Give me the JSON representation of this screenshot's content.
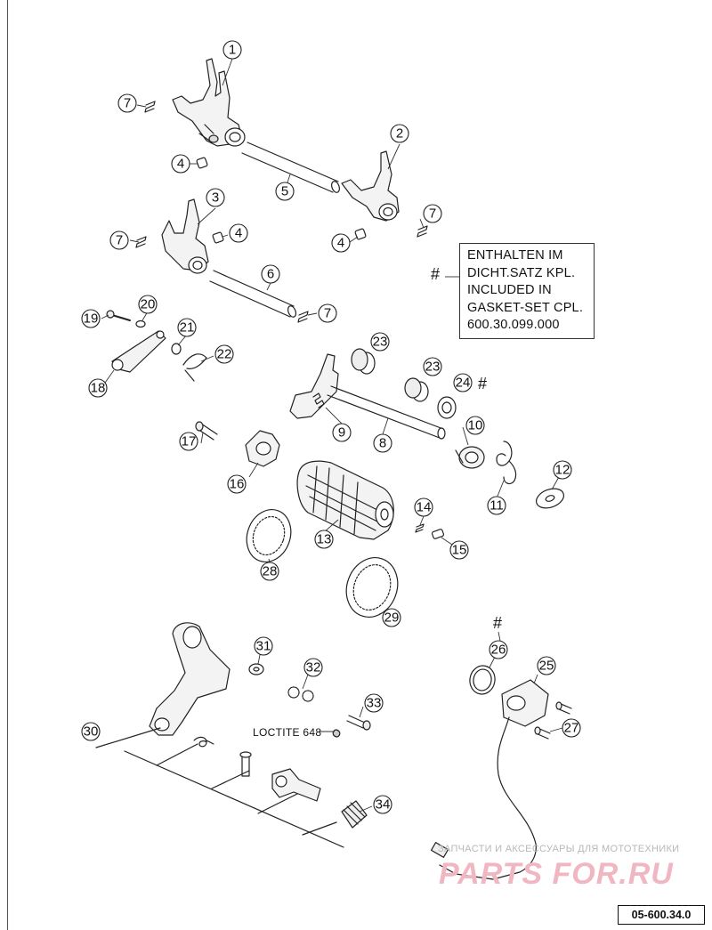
{
  "callouts": [
    "1",
    "2",
    "3",
    "4",
    "5",
    "6",
    "7",
    "8",
    "9",
    "10",
    "11",
    "12",
    "13",
    "14",
    "15",
    "16",
    "17",
    "18",
    "19",
    "20",
    "21",
    "22",
    "23",
    "24",
    "25",
    "26",
    "27",
    "28",
    "29",
    "30",
    "31",
    "32",
    "33",
    "34"
  ],
  "note": {
    "marker": "#",
    "lines": [
      "ENTHALTEN IM",
      "DICHT.SATZ KPL.",
      "INCLUDED IN",
      "GASKET-SET CPL.",
      "600.30.099.000"
    ]
  },
  "hash_symbol": "#",
  "loctite_label": "LOCTITE 648",
  "watermark": {
    "tagline": "ЗАПЧАСТИ И АКСЕССУАРЫ ДЛЯ МОТОТЕХНИКИ",
    "logo": "PARTS FOR.RU"
  },
  "diagram_code": "05-600.34.0"
}
